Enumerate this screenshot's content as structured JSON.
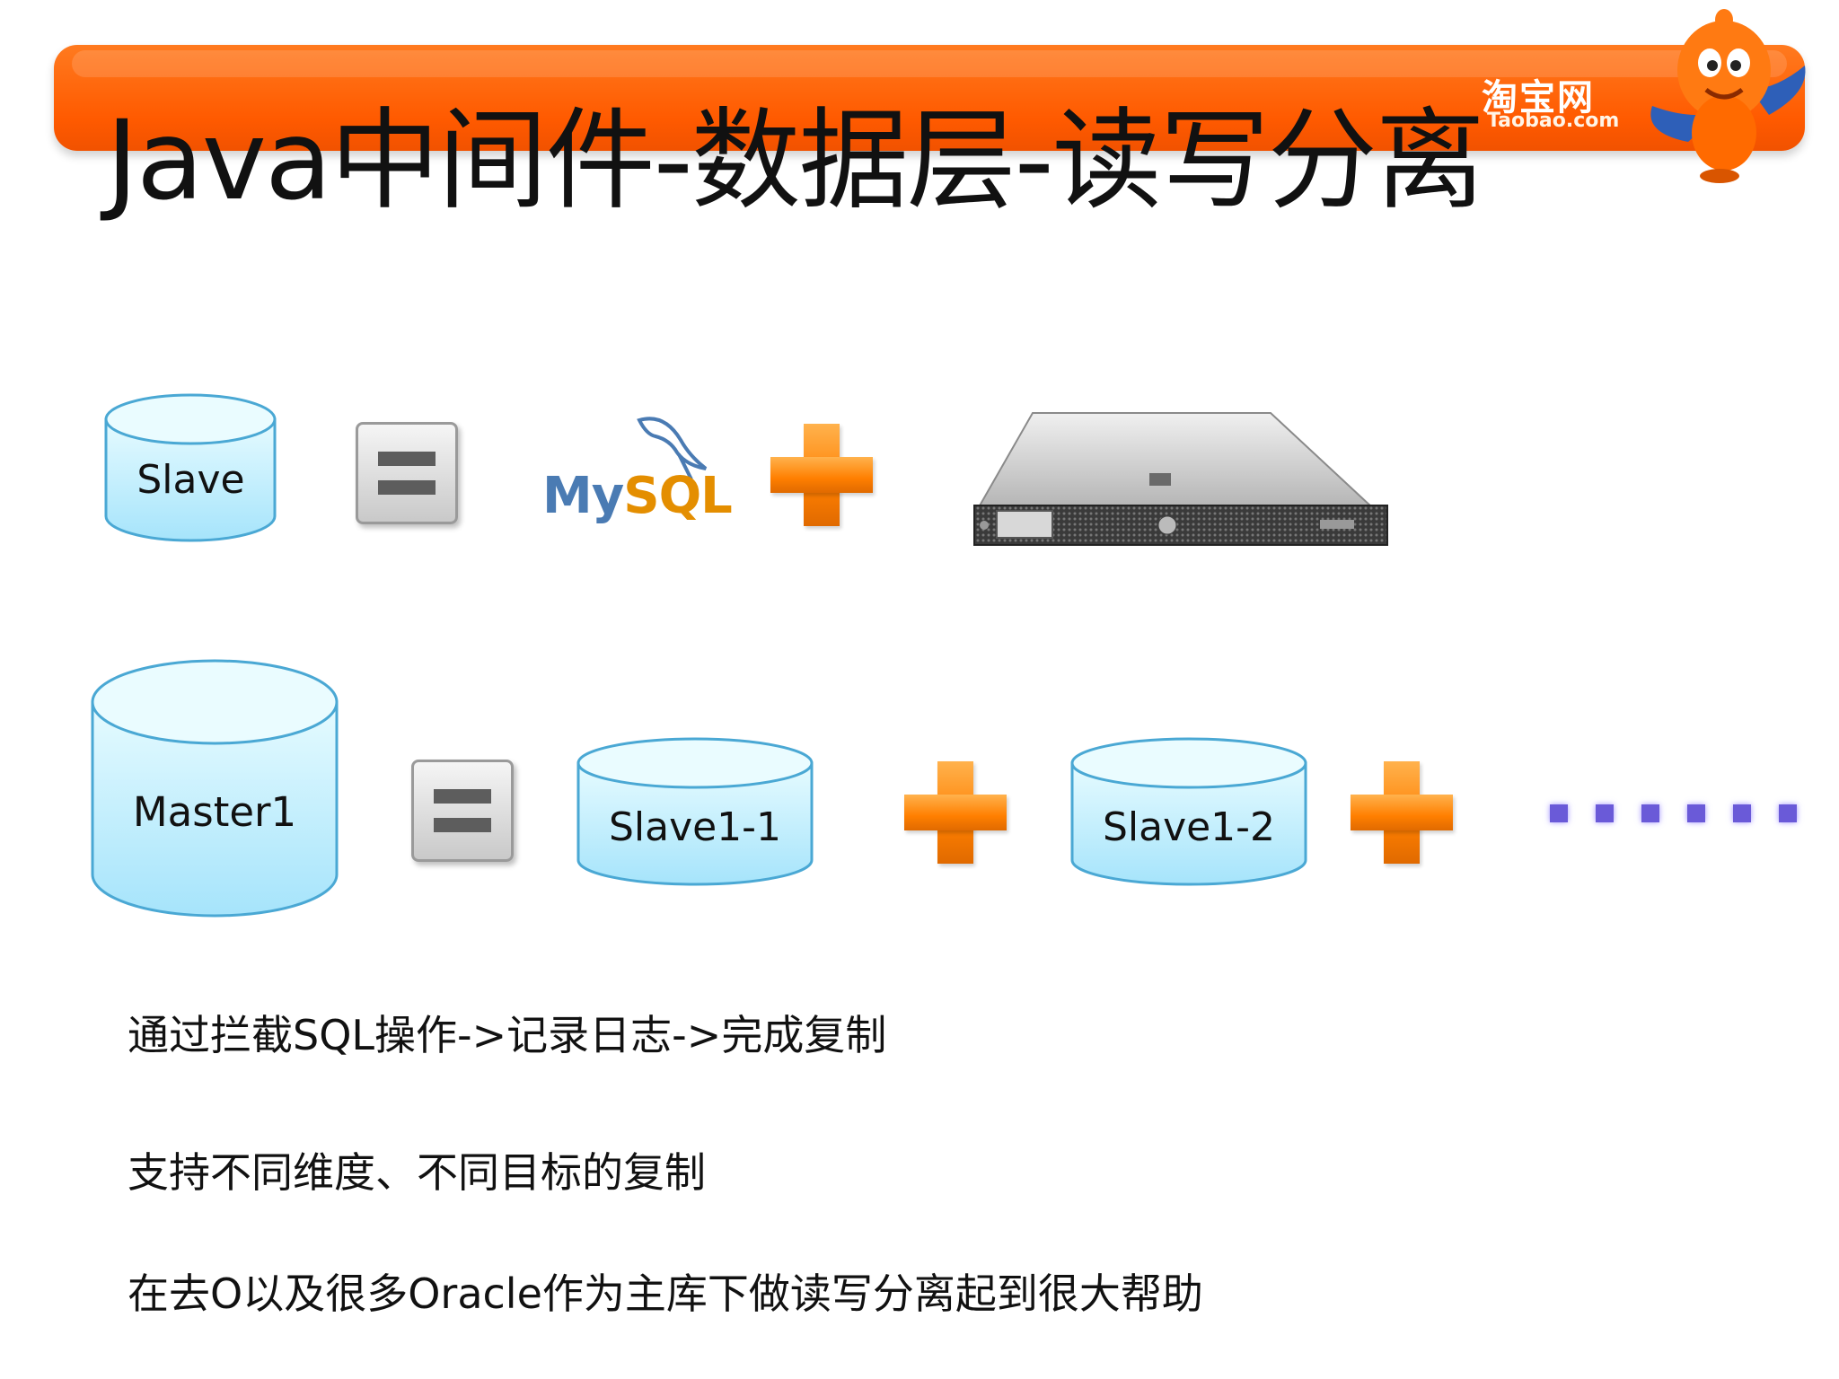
{
  "header": {
    "title": "Java中间件-数据层-读写分离",
    "brand_name": "淘宝网",
    "brand_domain": "Taobao.com"
  },
  "row1": {
    "cylinder_label": "Slave",
    "logo_text_my": "My",
    "logo_text_sql": "SQL"
  },
  "row2": {
    "master_label": "Master1",
    "slave1_label": "Slave1-1",
    "slave2_label": "Slave1-2"
  },
  "bullets": [
    "通过拦截SQL操作->记录日志->完成复制",
    "支持不同维度、不同目标的复制",
    "在去O以及很多Oracle作为主库下做读写分离起到很大帮助"
  ],
  "colors": {
    "header_orange": "#ff5a00",
    "cylinder_fill": "#bdeefc",
    "cylinder_stroke": "#4aa8d4",
    "plus_orange": "#ff7f00",
    "ellipsis_purple": "#6a5ad8"
  },
  "icons": [
    "taobao-mascot-icon",
    "equals-icon",
    "plus-icon",
    "mysql-logo",
    "rack-server-image"
  ]
}
